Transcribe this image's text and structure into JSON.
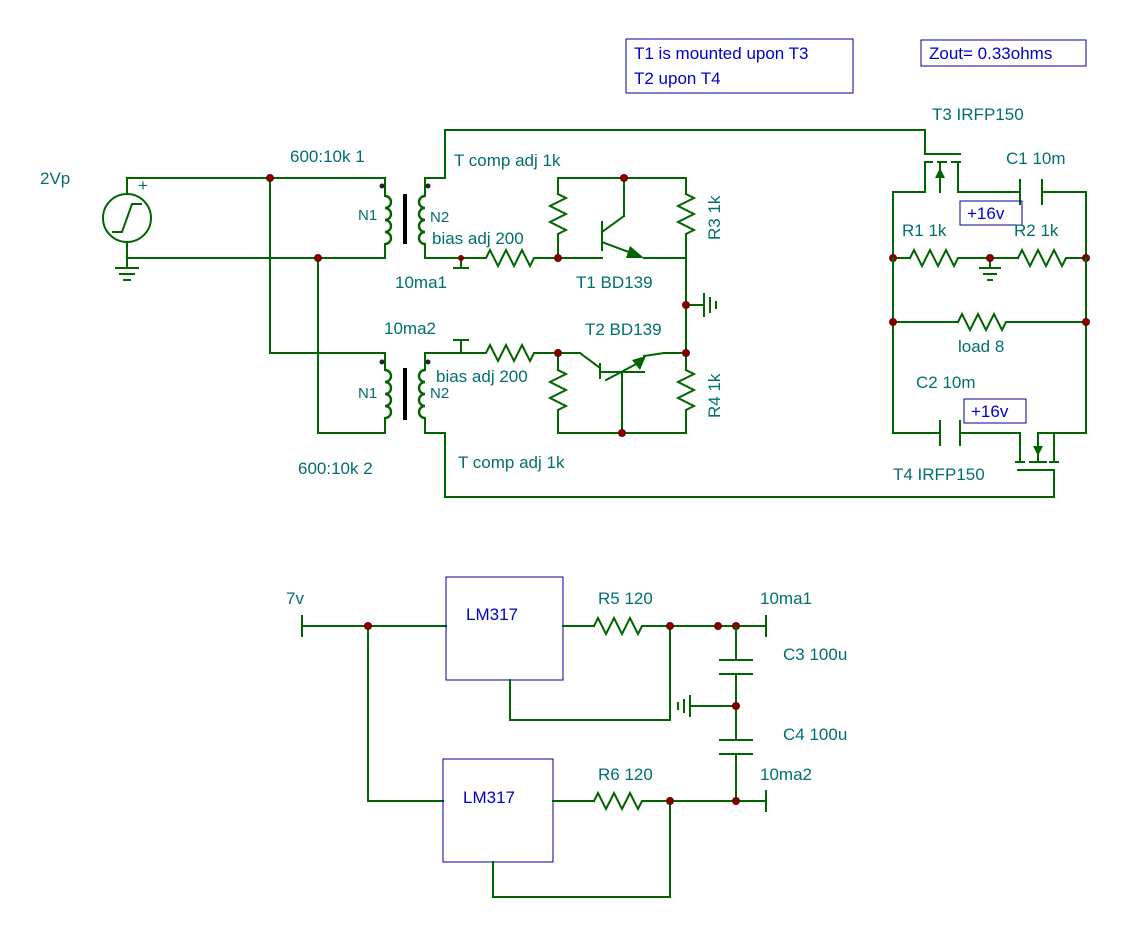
{
  "notes": {
    "mounting_line1": "T1 is mounted upon T3",
    "mounting_line2": "T2  upon T4",
    "zout": "Zout= 0.33ohms"
  },
  "source": {
    "label": "2Vp",
    "plus": "+"
  },
  "transformers": {
    "t1_label": "600:10k 1",
    "t2_label": "600:10k 2",
    "n1": "N1",
    "n2": "N2"
  },
  "components": {
    "tcomp_top": "T comp adj 1k",
    "tcomp_bottom": "T comp adj 1k",
    "bias_top": "bias adj 200",
    "bias_bottom": "bias adj 200",
    "r3": "R3 1k",
    "r4": "R4 1k",
    "t1": "T1 BD139",
    "t2": "T2 BD139",
    "t3": "T3 IRFP150",
    "t4": "T4 IRFP150",
    "c1": "C1 10m",
    "c2": "C2 10m",
    "r1": "R1 1k",
    "r2": "R2 1k",
    "load": "load 8",
    "supply_top": "+16v",
    "supply_bottom": "+16v",
    "ma1_top": "10ma1",
    "ma2_top": "10ma2"
  },
  "regulator": {
    "vin": "7v",
    "lm_top": "LM317",
    "lm_bottom": "LM317",
    "r5": "R5 120",
    "r6": "R6 120",
    "c3": "C3 100u",
    "c4": "C4 100u",
    "out1": "10ma1",
    "out2": "10ma2"
  }
}
